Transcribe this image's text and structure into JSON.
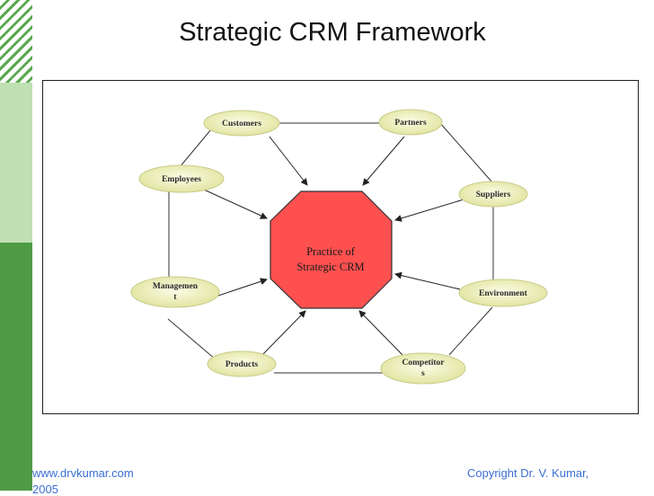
{
  "title": "Strategic CRM Framework",
  "center": {
    "line1": "Practice of",
    "line2": "Strategic CRM",
    "fill": "#ff5050"
  },
  "nodes": {
    "customers": "Customers",
    "partners": "Partners",
    "employees": "Employees",
    "suppliers": "Suppliers",
    "management_line1": "Managemen",
    "management_line2": "t",
    "environment": "Environment",
    "products": "Products",
    "competitors_line1": "Competitor",
    "competitors_line2": "s"
  },
  "footer": {
    "website": "www.drvkumar.com",
    "copyright": "Copyright Dr. V. Kumar,",
    "year": "2005"
  },
  "colors": {
    "sidebar_dark": "#4f9b45",
    "sidebar_light": "#bfe0b2",
    "node_fill": "#ecefc0",
    "footer_text": "#3a6fd1"
  }
}
